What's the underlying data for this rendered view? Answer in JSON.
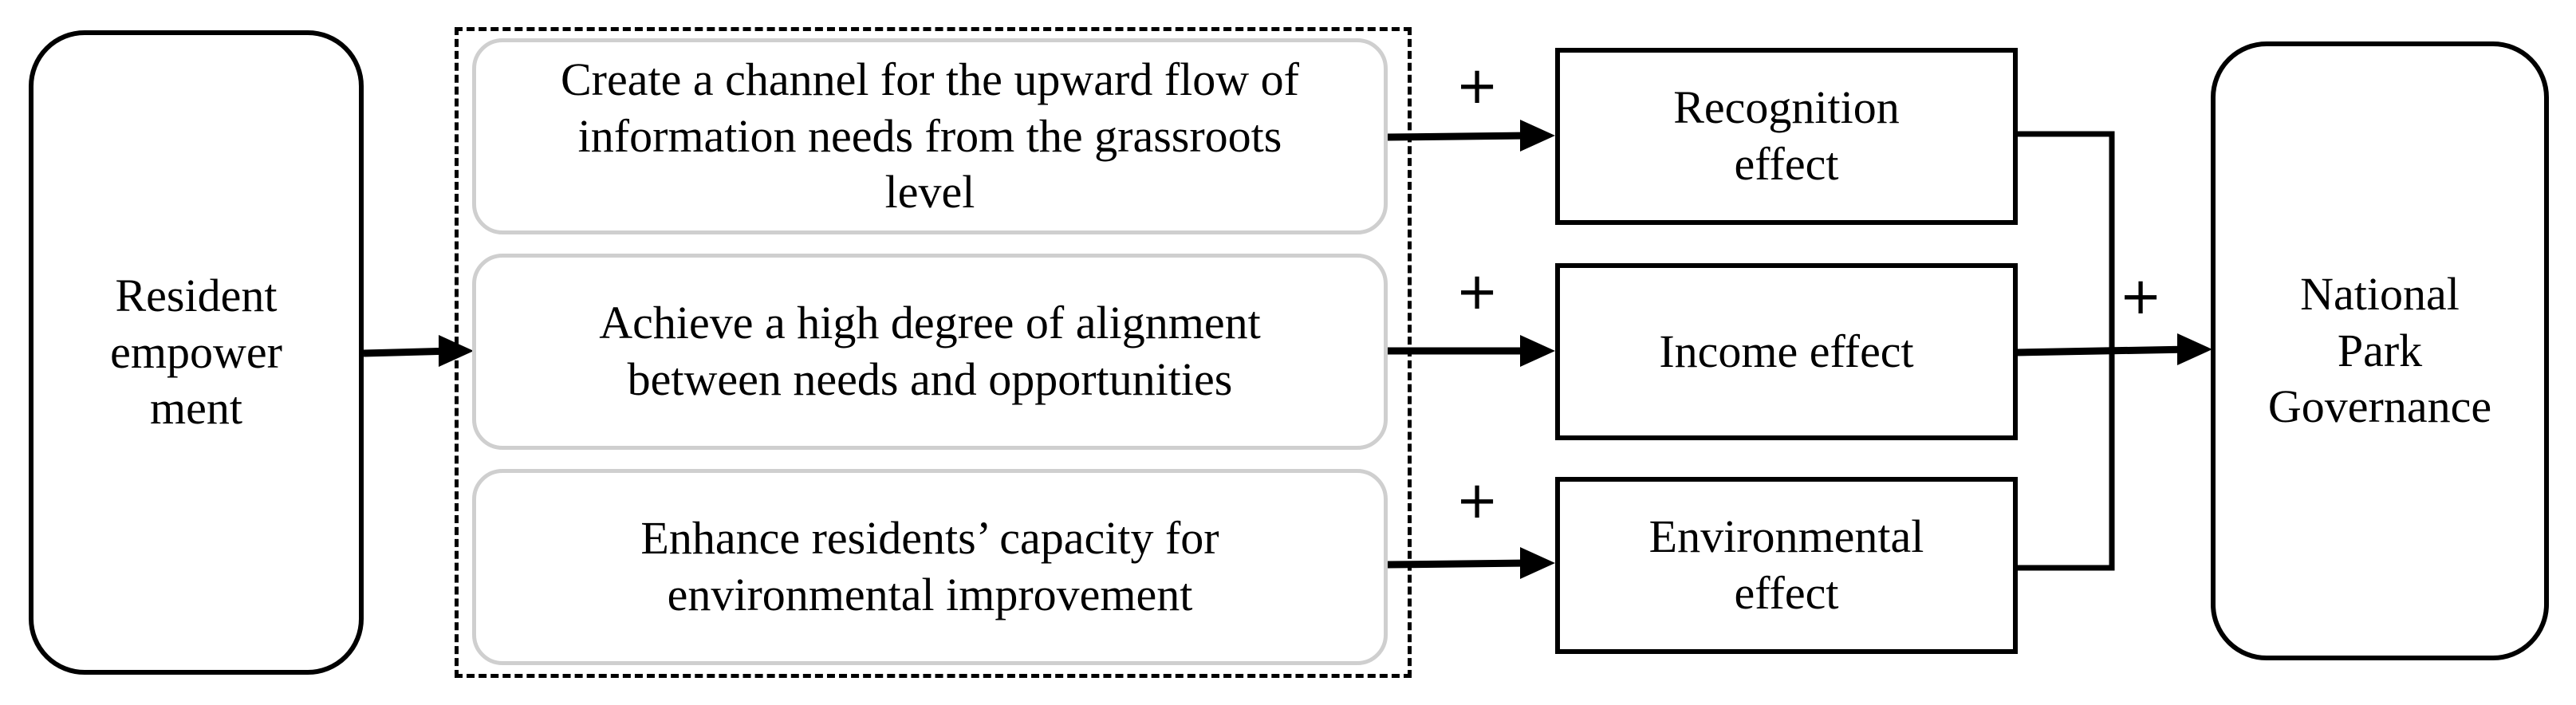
{
  "diagram": {
    "source": {
      "label": "Resident\nempower\nment"
    },
    "mechanisms": [
      {
        "label": "Create a channel for the upward flow of\ninformation needs from the grassroots\nlevel"
      },
      {
        "label": "Achieve a high degree of alignment\nbetween needs and opportunities"
      },
      {
        "label": "Enhance residents’ capacity for\nenvironmental improvement"
      }
    ],
    "effects": [
      {
        "label": "Recognition\neffect"
      },
      {
        "label": "Income effect"
      },
      {
        "label": "Environmental\neffect"
      }
    ],
    "target": {
      "label": "National\nPark\nGovernance"
    },
    "signs": {
      "mechanism_1": "+",
      "mechanism_2": "+",
      "mechanism_3": "+",
      "combined": "+"
    },
    "colors": {
      "stroke": "#000000",
      "soft_border": "#cfcfcf",
      "background": "#ffffff"
    }
  }
}
